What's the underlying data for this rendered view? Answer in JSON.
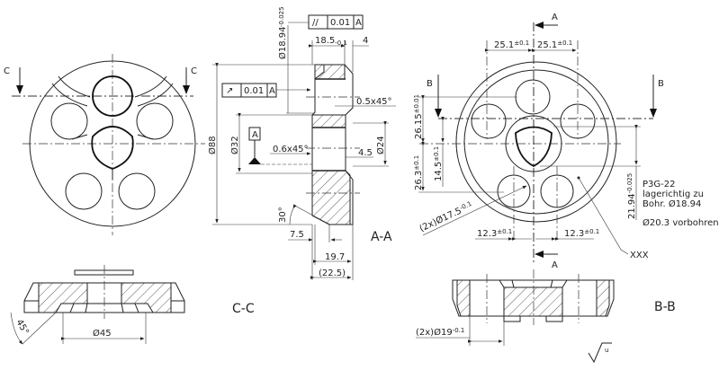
{
  "view_top_left": {
    "section_label_left": "C",
    "section_label_right": "C"
  },
  "section_cc": {
    "title": "C-C",
    "dim_diameter": "Ø45",
    "angle": "45°"
  },
  "section_aa": {
    "title": "A-A",
    "parallelism_frame": {
      "symbol": "//",
      "tolerance": "0.01",
      "datum": "A"
    },
    "runout_frame": {
      "symbol": "↗",
      "tolerance": "0.01",
      "datum": "A"
    },
    "dim_bore": "Ø18.94",
    "dim_bore_tol": "-0.025",
    "dim_length": "18.5",
    "dim_length_tol": "-0.1",
    "dim_4": "4",
    "chamfer_1": "0.5x45°",
    "dim_d32": "Ø32",
    "datum": "A",
    "chamfer_2": "0.6x45°",
    "dim_4_5": "4.5",
    "dim_d24": "Ø24",
    "dim_d88": "Ø88",
    "angle": "30°",
    "dim_7_5": "7.5",
    "dim_19_7": "19.7",
    "dim_22_5": "(22.5)"
  },
  "view_b": {
    "section_label_a_top": "A",
    "section_label_a_bottom": "A",
    "section_label_b_left": "B",
    "section_label_b_right": "B",
    "dim_25_1_left": "25.1",
    "dim_25_1_right": "25.1",
    "tol_pm01": "±0.1",
    "dim_26_15": "26.15",
    "tol_26_15": "±0.01",
    "dim_26_3": "26.3",
    "dim_14_5": "14.5",
    "dim_21_94": "21.94",
    "tol_21_94": "-0.025",
    "dim_hole": "(2x)Ø17.5",
    "tol_hole": "-0.1",
    "dim_12_3_left": "12.3",
    "dim_12_3_right": "12.3",
    "note_lines": [
      "P3G-22",
      "lagerichtig zu",
      "Bohr. Ø18.94"
    ],
    "note_predrill": "Ø20.3 vorbohren",
    "callout": "XXX"
  },
  "section_bb": {
    "title": "B-B",
    "dim_hole": "(2x)Ø19",
    "tol_hole": "-0.1",
    "roughness": "u"
  }
}
